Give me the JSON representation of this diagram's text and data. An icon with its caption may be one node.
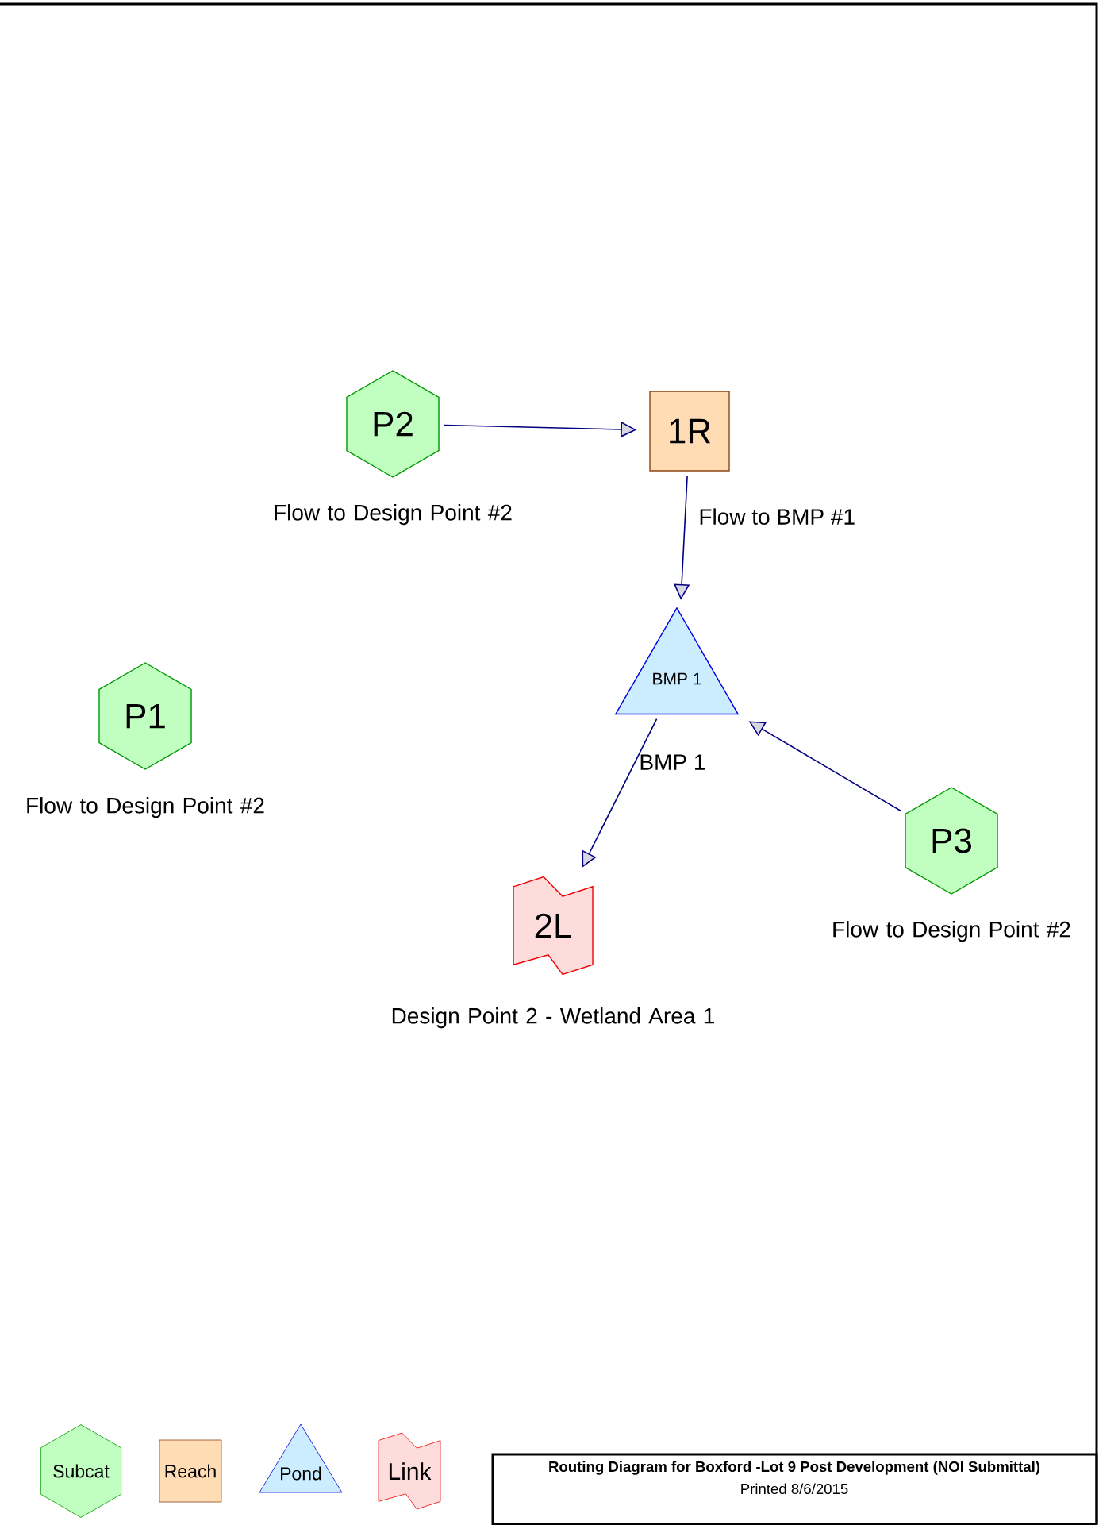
{
  "diagram": {
    "title": "Routing Diagram for Boxford -Lot 9 Post Development (NOI Submittal)",
    "nodes": [
      {
        "text": [
          "P2"
        ],
        "beside": [
          "Flow to Design Point #2"
        ]
      },
      {
        "text": [
          "1R"
        ],
        "beside": [
          "Flow to BMP #1"
        ]
      },
      {
        "text": [
          "BMP 1"
        ],
        "beside": [
          "BMP 1"
        ]
      },
      {
        "text": [
          "P1"
        ],
        "beside": [
          "Flow to Design Point #2"
        ]
      },
      {
        "text": [
          "P3"
        ],
        "beside": [
          "Flow to Design Point #2"
        ]
      },
      {
        "text": [
          "2L"
        ],
        "beside": [
          "Design Point 2 - Wetland Area 1"
        ]
      }
    ],
    "edges": [
      {
        "from": 0,
        "to": 1,
        "arrow": "to"
      },
      {
        "from": 1,
        "to": 2,
        "arrow": "to"
      },
      {
        "from": 2,
        "to": 5,
        "arrow": "to"
      },
      {
        "from": 4,
        "to": 2,
        "arrow": "to"
      }
    ],
    "labels": [
      "Printed 8/6/2015"
    ],
    "legend": [
      {
        "text": "Subcat"
      },
      {
        "text": "Reach"
      },
      {
        "text": "Pond"
      },
      {
        "text": "Link"
      }
    ]
  }
}
